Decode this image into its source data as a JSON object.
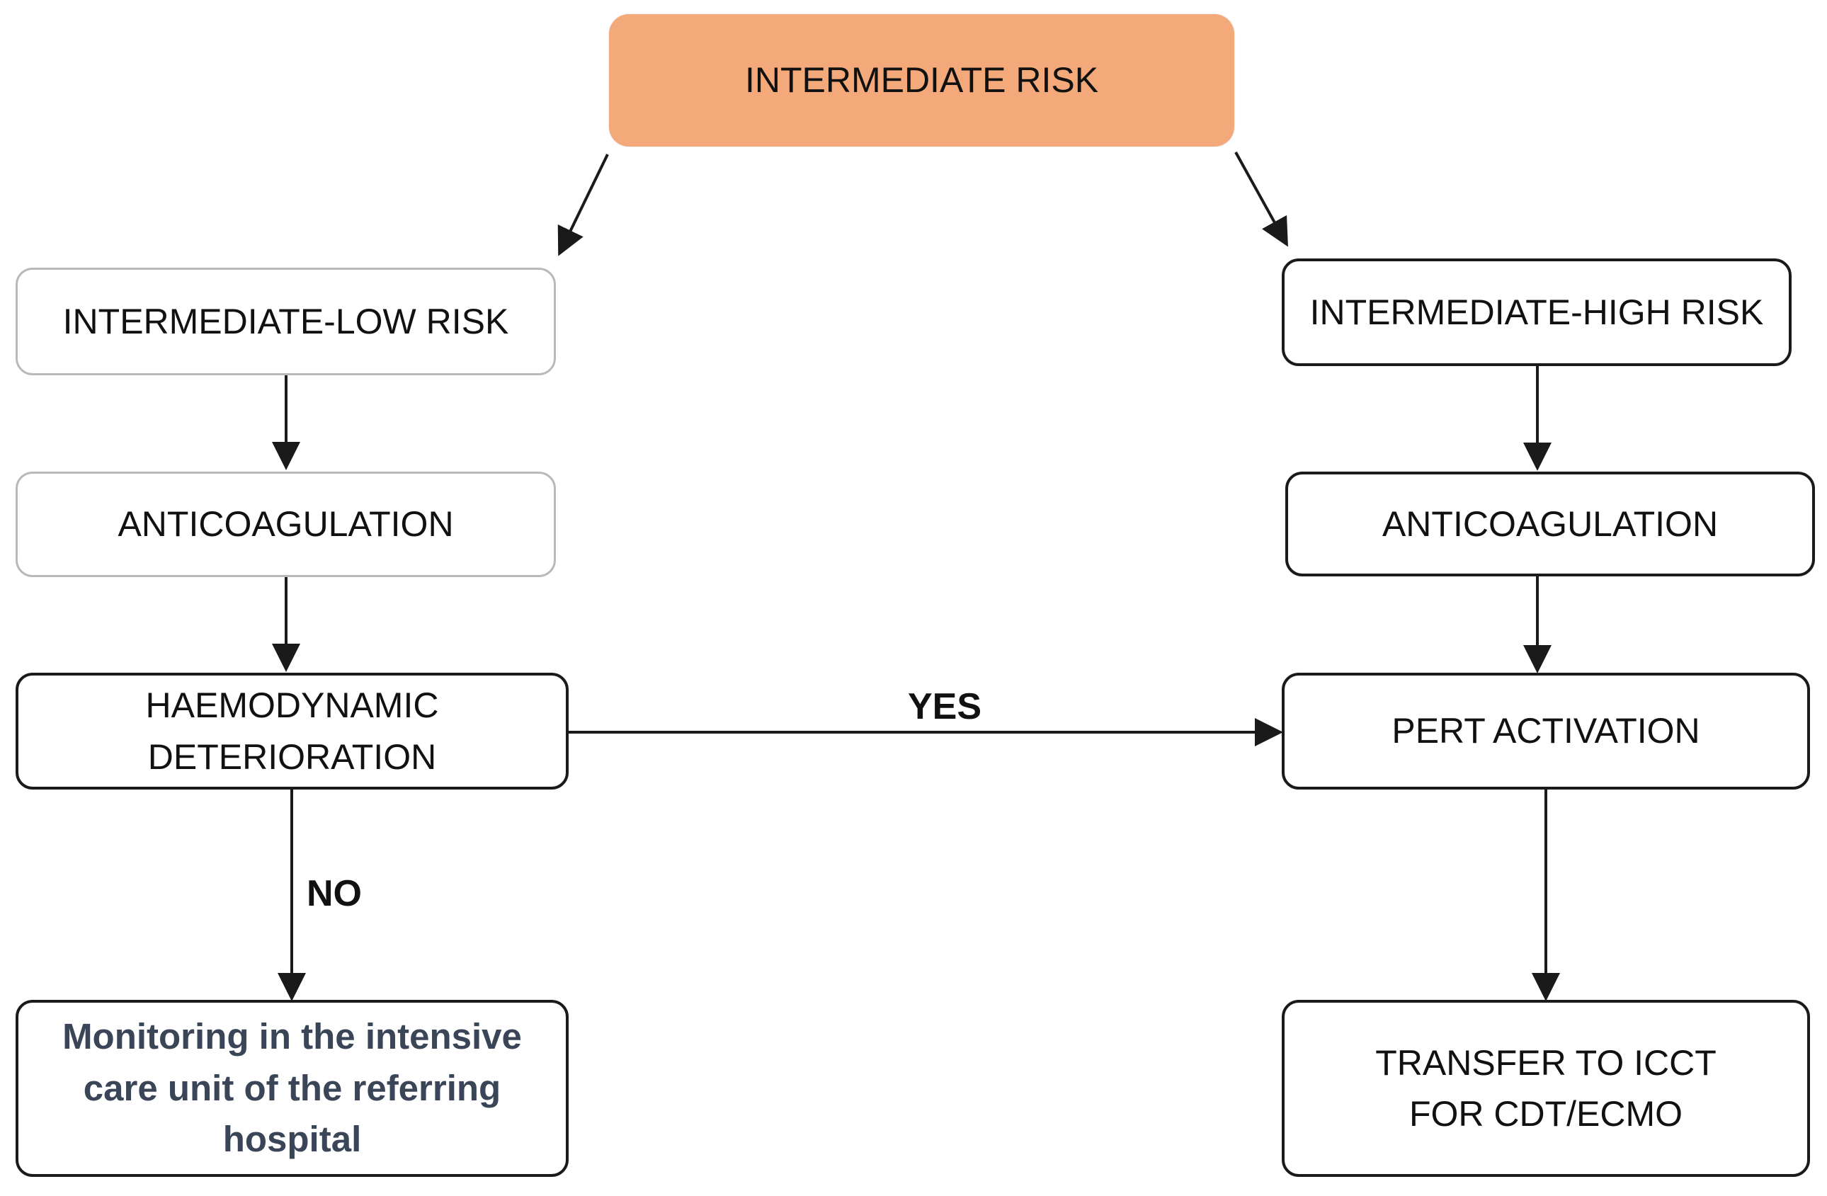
{
  "nodes": {
    "intermediate_risk": "INTERMEDIATE RISK",
    "intermediate_low_risk": "INTERMEDIATE-LOW RISK",
    "intermediate_high_risk": "INTERMEDIATE-HIGH RISK",
    "anticoagulation_left": "ANTICOAGULATION",
    "anticoagulation_right": "ANTICOAGULATION",
    "haemodynamic_deterioration": "HAEMODYNAMIC DETERIORATION",
    "pert_activation": "PERT ACTIVATION",
    "monitoring": "Monitoring in the intensive care unit of the referring hospital",
    "transfer": "TRANSFER TO ICCT FOR CDT/ECMO"
  },
  "edge_labels": {
    "yes": "YES",
    "no": "NO"
  },
  "colors": {
    "top_node_fill": "#f3a979",
    "monitoring_text": "#3a4658",
    "line": "#1a1a1a"
  }
}
